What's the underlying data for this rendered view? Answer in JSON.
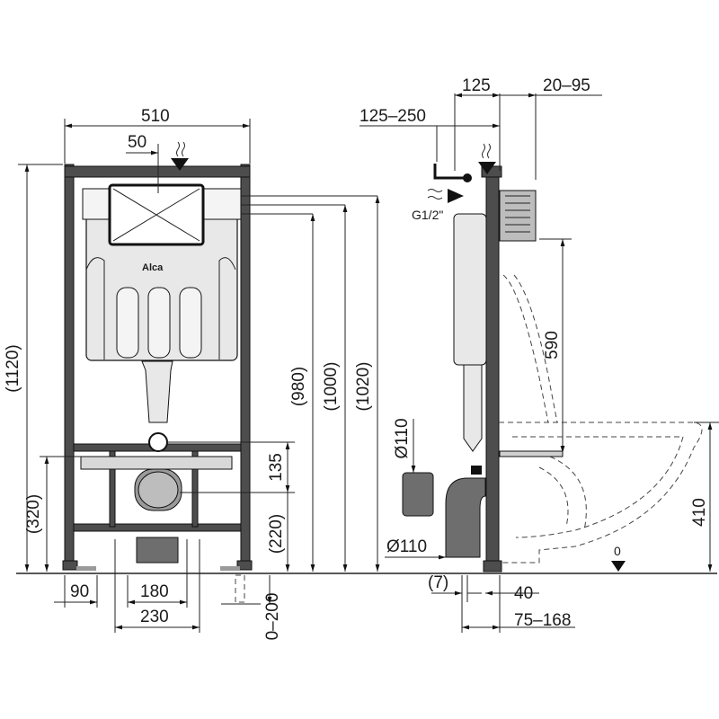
{
  "front": {
    "brand": "Alca",
    "width_total": "510",
    "offset_top": "50",
    "height_frame": "(1120)",
    "height_980": "(980)",
    "height_1000": "(1000)",
    "height_1020": "(1020)",
    "height_320": "(320)",
    "height_135": "135",
    "height_220": "(220)",
    "adjust_0_200": "0–200",
    "bottom_90": "90",
    "bottom_180": "180",
    "bottom_230": "230"
  },
  "side": {
    "top_125": "125",
    "top_20_95": "20–95",
    "top_125_250": "125–250",
    "thread": "G1/2\"",
    "height_590": "590",
    "pipe_110_top": "Ø110",
    "pipe_110_bottom": "Ø110",
    "floor_zero": "0",
    "height_410": "410",
    "bottom_7": "(7)",
    "bottom_40": "40",
    "bottom_75_168": "75–168"
  }
}
